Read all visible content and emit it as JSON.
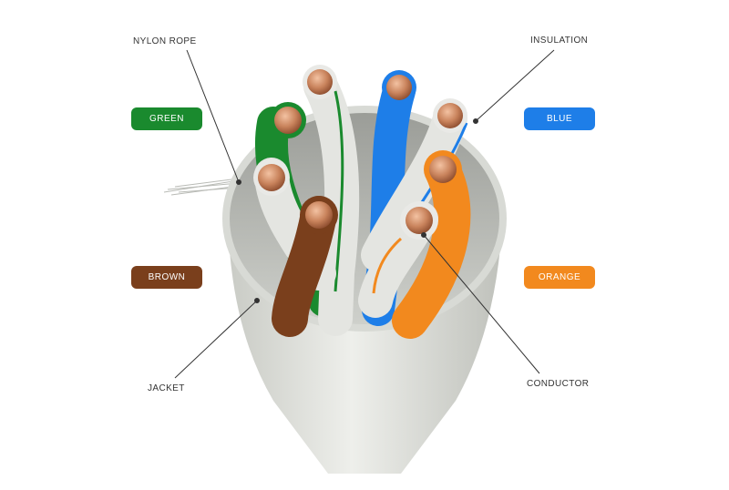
{
  "callouts": {
    "nylon_rope": "NYLON ROPE",
    "insulation": "INSULATION",
    "jacket": "JACKET",
    "conductor": "CONDUCTOR"
  },
  "color_labels": {
    "green": "GREEN",
    "blue": "BLUE",
    "brown": "BROWN",
    "orange": "ORANGE"
  },
  "colors": {
    "green": "#1a8a2e",
    "blue": "#1e7ee8",
    "brown": "#7a3f1c",
    "orange": "#f2891e",
    "jacket": "#d9dbd6",
    "copper": "#c9835c"
  }
}
